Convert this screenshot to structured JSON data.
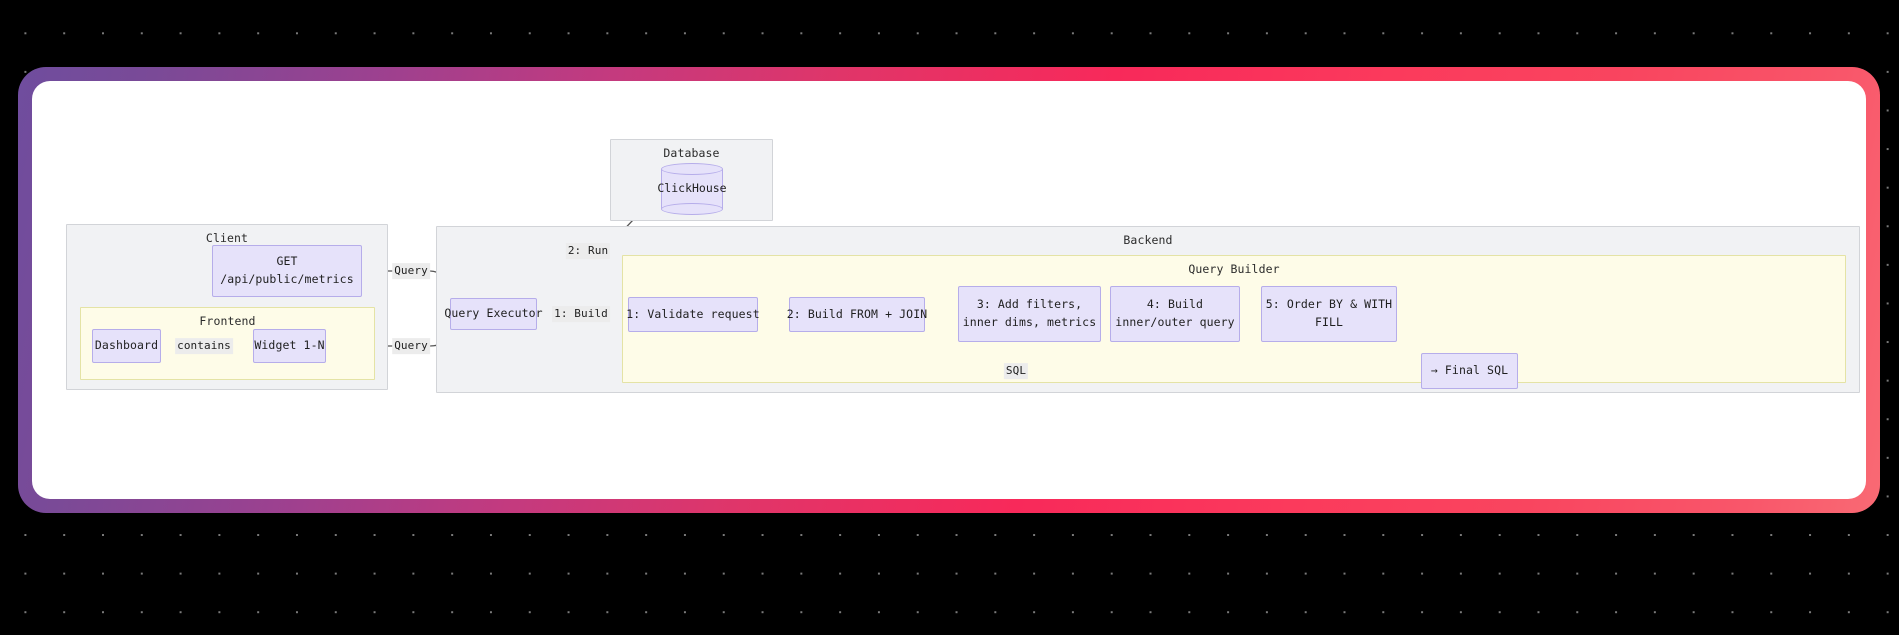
{
  "background": {
    "color": "#000000",
    "dot_color": "#7a7a7a",
    "pattern": "dot-grid"
  },
  "frame": {
    "gradient_start": "#6f4d9e",
    "gradient_mid": "#c33a7f",
    "gradient_end": "#f96a74",
    "inner_background": "#ffffff"
  },
  "diagram": {
    "type": "architecture-sequence-flow",
    "accent_node_fill": "#e6e2fa",
    "accent_node_stroke": "#b6adea",
    "cluster_fill": "#f1f2f4",
    "cluster_yellow_fill": "#fefce8",
    "clusters": [
      {
        "label": "Database"
      },
      {
        "label": "Client"
      },
      {
        "label": "Frontend"
      },
      {
        "label": "Backend"
      },
      {
        "label": "Query Builder"
      }
    ],
    "nodes": {
      "clickhouse": "ClickHouse",
      "get_endpoint_line1": "GET",
      "get_endpoint_line2": "/api/public/metrics",
      "dashboard": "Dashboard",
      "widget": "Widget 1-N",
      "query_executor": "Query Executor",
      "step1": "1: Validate request",
      "step2": "2: Build FROM + JOIN",
      "step3_line1": "3: Add filters,",
      "step3_line2": "inner dims, metrics",
      "step4_line1": "4: Build",
      "step4_line2": "inner/outer query",
      "step5_line1": "5: Order BY & WITH",
      "step5_line2": "FILL",
      "final_sql": "→ Final SQL"
    },
    "edge_labels": {
      "contains": "contains",
      "query_api": "Query",
      "query_widget": "Query",
      "run": "2: Run",
      "build": "1: Build",
      "sql": "SQL"
    }
  }
}
